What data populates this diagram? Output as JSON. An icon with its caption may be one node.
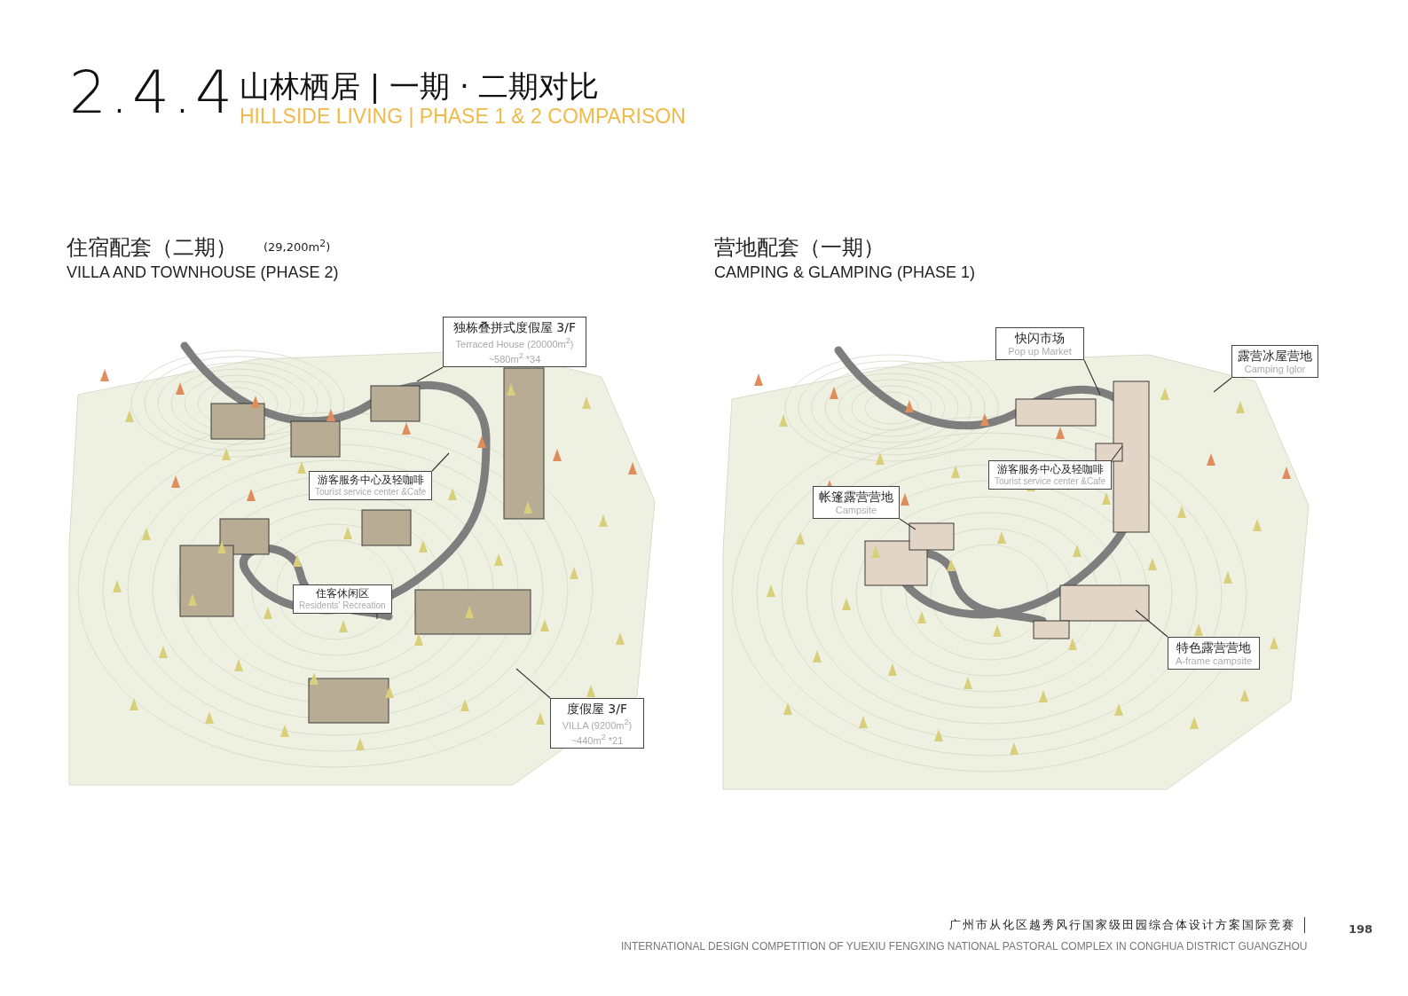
{
  "diagram": {
    "title": "山林栖居 | 一期 · 二期对比",
    "nodes": [
      {
        "text": [
          "独栋叠拼式度假屋 3/F",
          "Terraced House (20000m$^{2}$)",
          "~580m$^{2}$ *34"
        ]
      },
      {
        "text": [
          "游客服务中心及轻咖啡",
          "Tourist service center &Cafe"
        ]
      },
      {
        "text": [
          "住客休闲区",
          "Residents' Recreation"
        ]
      },
      {
        "text": [
          "度假屋 3/F",
          "VILLA (9200m$^{2}$)",
          "~440m$^{2}$ *21"
        ]
      },
      {
        "text": [
          "快闪市场",
          "Pop up Market"
        ]
      },
      {
        "text": [
          "露营冰屋营地",
          "Camping Iglor"
        ]
      },
      {
        "text": [
          "游客服务中心及轻咖啡",
          "Tourist service center &Cafe"
        ]
      },
      {
        "text": [
          "帐篷露营营地",
          "Campsite"
        ]
      },
      {
        "text": [
          "特色露营营地",
          "A-frame campsite"
        ]
      }
    ],
    "edges": [
      {
        "from": 0,
        "to": null,
        "arrow": "none"
      },
      {
        "from": 1,
        "to": null,
        "arrow": "none"
      },
      {
        "from": 2,
        "to": null,
        "arrow": "none"
      },
      {
        "from": 3,
        "to": null,
        "arrow": "none"
      },
      {
        "from": 4,
        "to": null,
        "arrow": "none"
      },
      {
        "from": 5,
        "to": null,
        "arrow": "none"
      },
      {
        "from": 6,
        "to": null,
        "arrow": "none"
      },
      {
        "from": 7,
        "to": null,
        "arrow": "none"
      },
      {
        "from": 8,
        "to": null,
        "arrow": "none"
      }
    ],
    "labels": [
      "2.4.4",
      "HILLSIDE LIVING | PHASE 1 & 2 COMPARISON",
      "住宿配套（二期）",
      "(29,200m$^{2}$)",
      "VILLA AND TOWNHOUSE (PHASE 2)",
      "营地配套（一期）",
      "CAMPING & GLAMPING (PHASE 1)",
      "广州市从化区越秀风行国家级田园综合体设计方案国际竞赛",
      "198",
      "INTERNATIONAL DESIGN COMPETITION OF YUEXIU FENGXING NATIONAL PASTORAL COMPLEX IN CONGHUA DISTRICT GUANGZHOU"
    ]
  }
}
